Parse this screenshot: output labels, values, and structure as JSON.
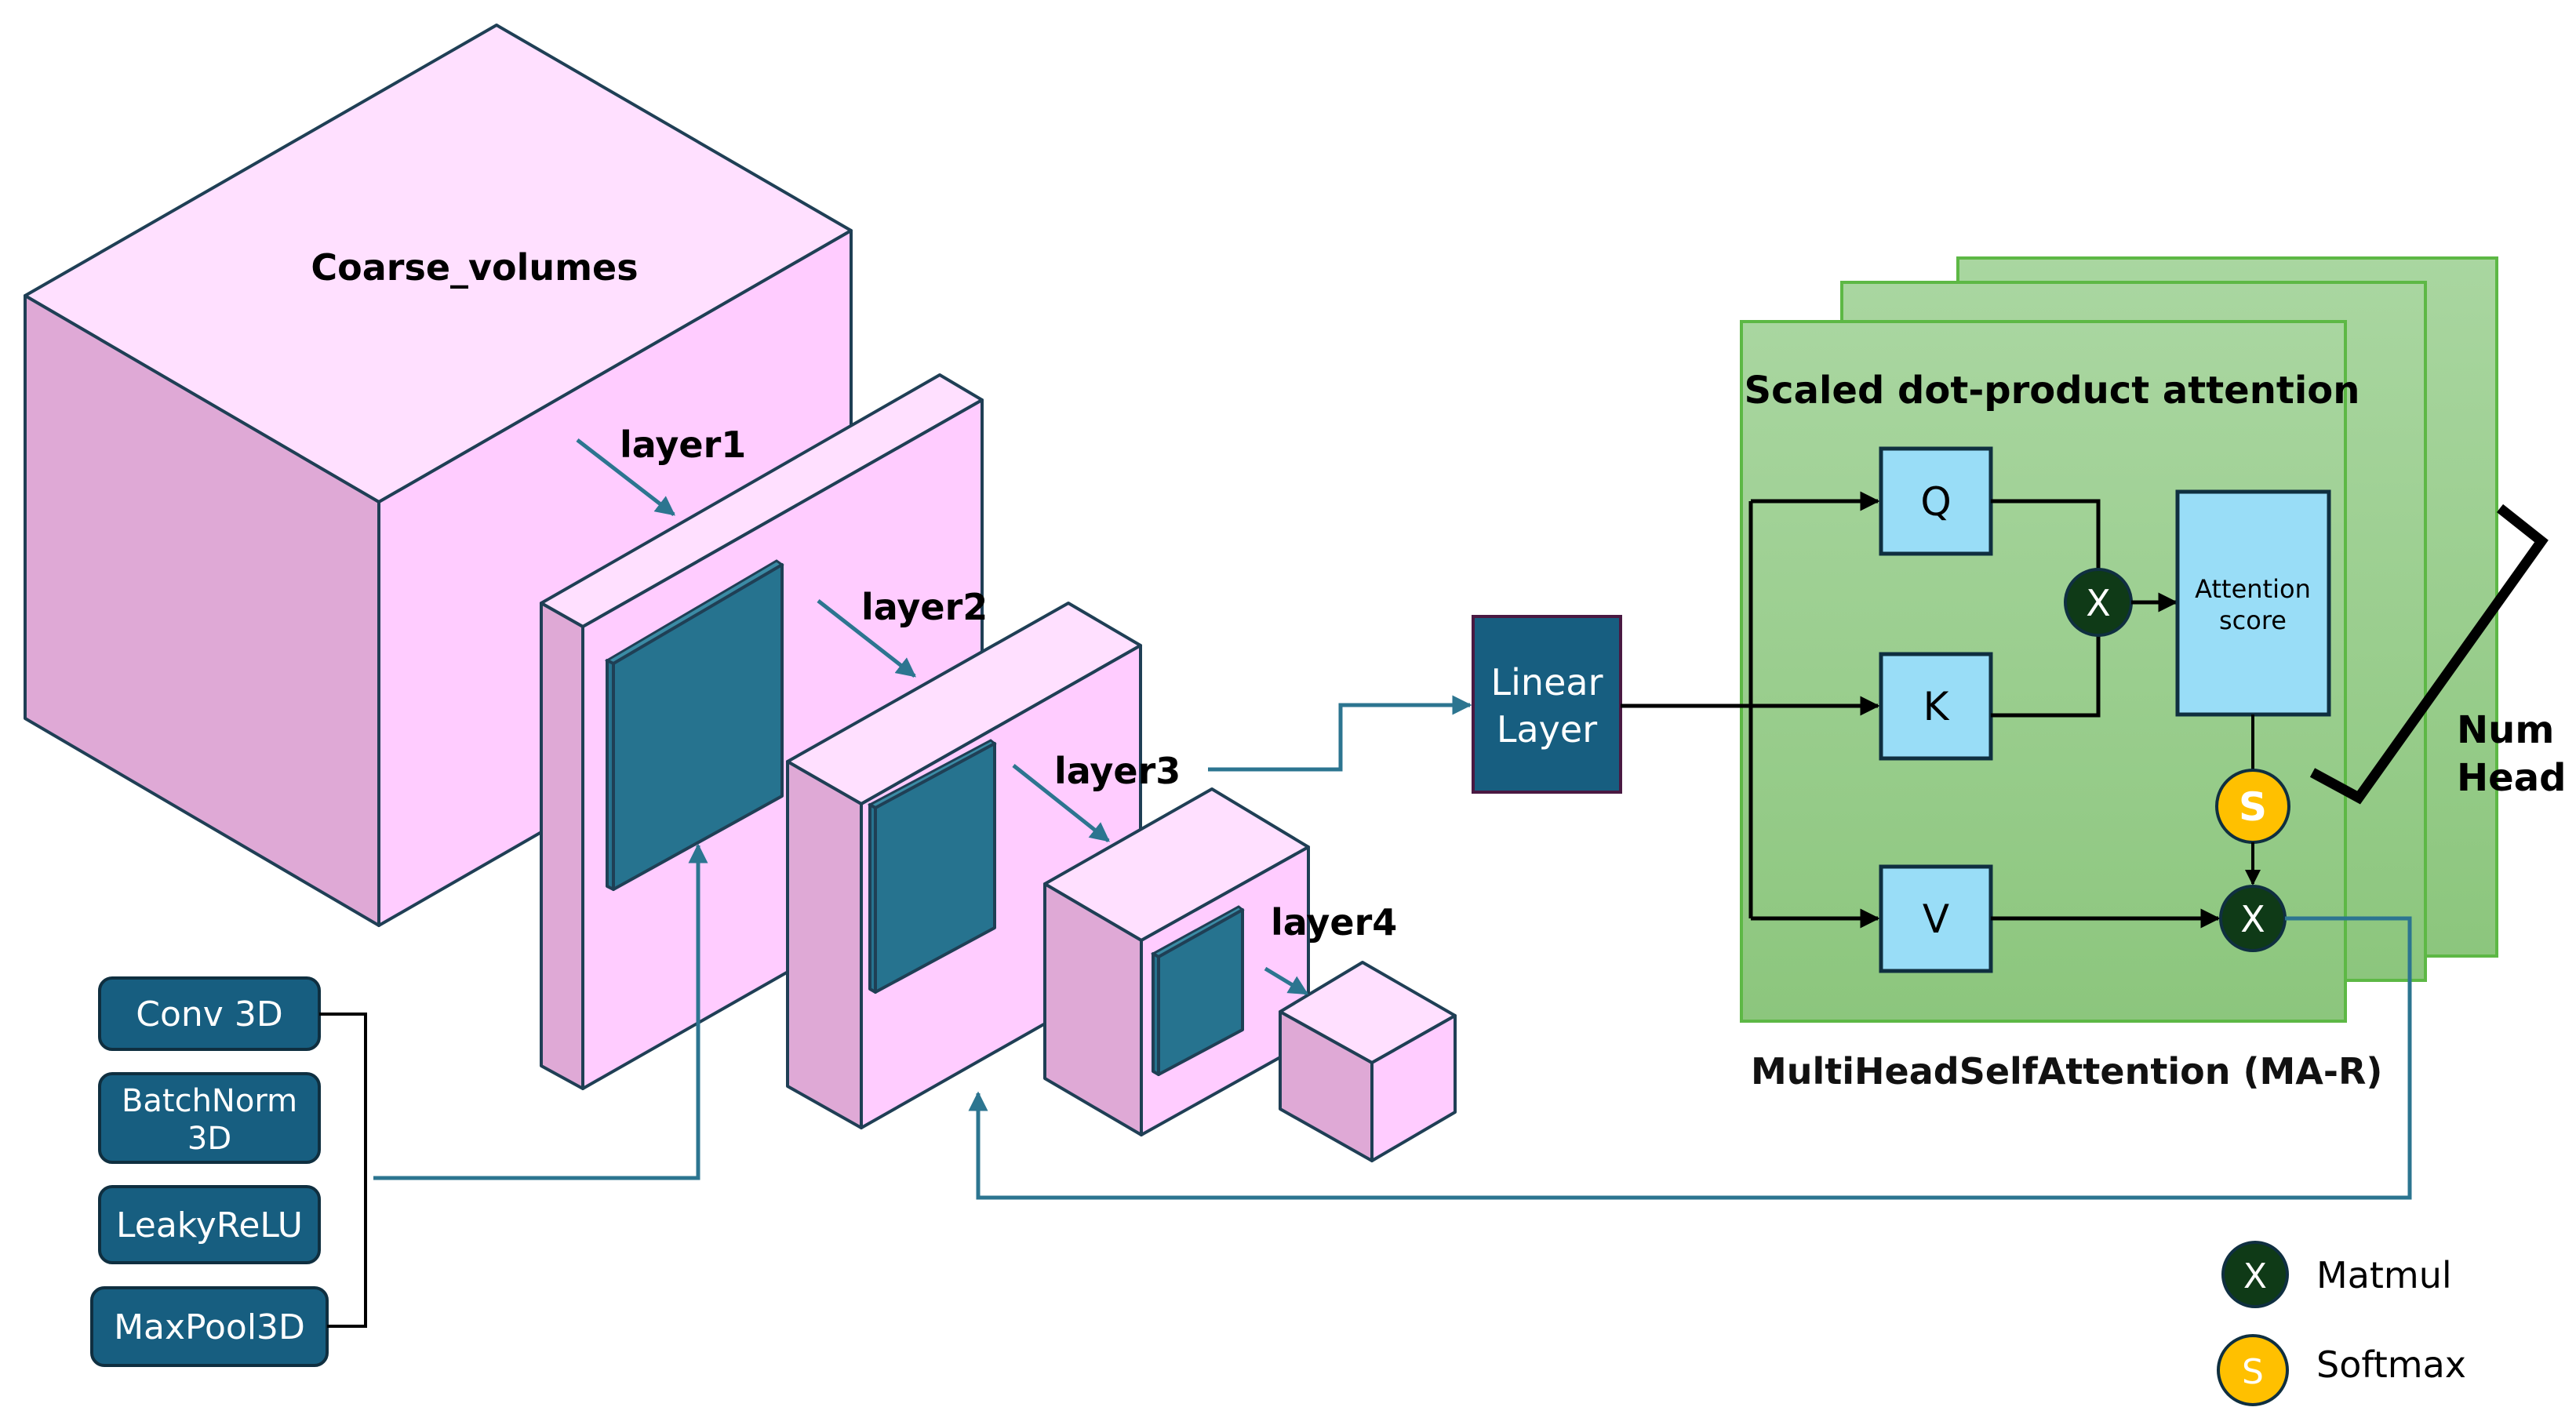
{
  "title": "Coarse volume encoder with multi-head self-attention",
  "colors": {
    "cube_top": "#FFE0FF",
    "cube_left": "#DFA9D6",
    "cube_front": "#FFCCFF",
    "kernel": "#26738F",
    "block": "#175E80",
    "qkv_box": "#99DDF7",
    "panel_green": "#93CB85",
    "matmul": "#0F3A17",
    "softmax": "#FFC000",
    "arrow_teal": "#2C7590"
  },
  "volumes": {
    "input_label": "Coarse_volumes",
    "layers": [
      {
        "label": "layer1"
      },
      {
        "label": "layer2"
      },
      {
        "label": "layer3"
      },
      {
        "label": "layer4"
      }
    ]
  },
  "conv_block": {
    "items": [
      {
        "label": "Conv 3D"
      },
      {
        "label_line1": "BatchNorm",
        "label_line2": "3D"
      },
      {
        "label": "LeakyReLU"
      },
      {
        "label": "MaxPool3D"
      }
    ]
  },
  "linear_layer": {
    "line1": "Linear",
    "line2": "Layer"
  },
  "attention": {
    "title": "Scaled dot-product attention",
    "q": "Q",
    "k": "K",
    "v": "V",
    "score_line1": "Attention",
    "score_line2": "score",
    "matmul_symbol": "X",
    "softmax_symbol": "S",
    "heads_line1": "Num",
    "heads_line2": "Head",
    "caption": "MultiHeadSelfAttention (MA-R)"
  },
  "legend": {
    "items": [
      {
        "symbol": "X",
        "label": "Matmul",
        "icon": "matmul-icon"
      },
      {
        "symbol": "S",
        "label": "Softmax",
        "icon": "softmax-icon"
      }
    ]
  }
}
